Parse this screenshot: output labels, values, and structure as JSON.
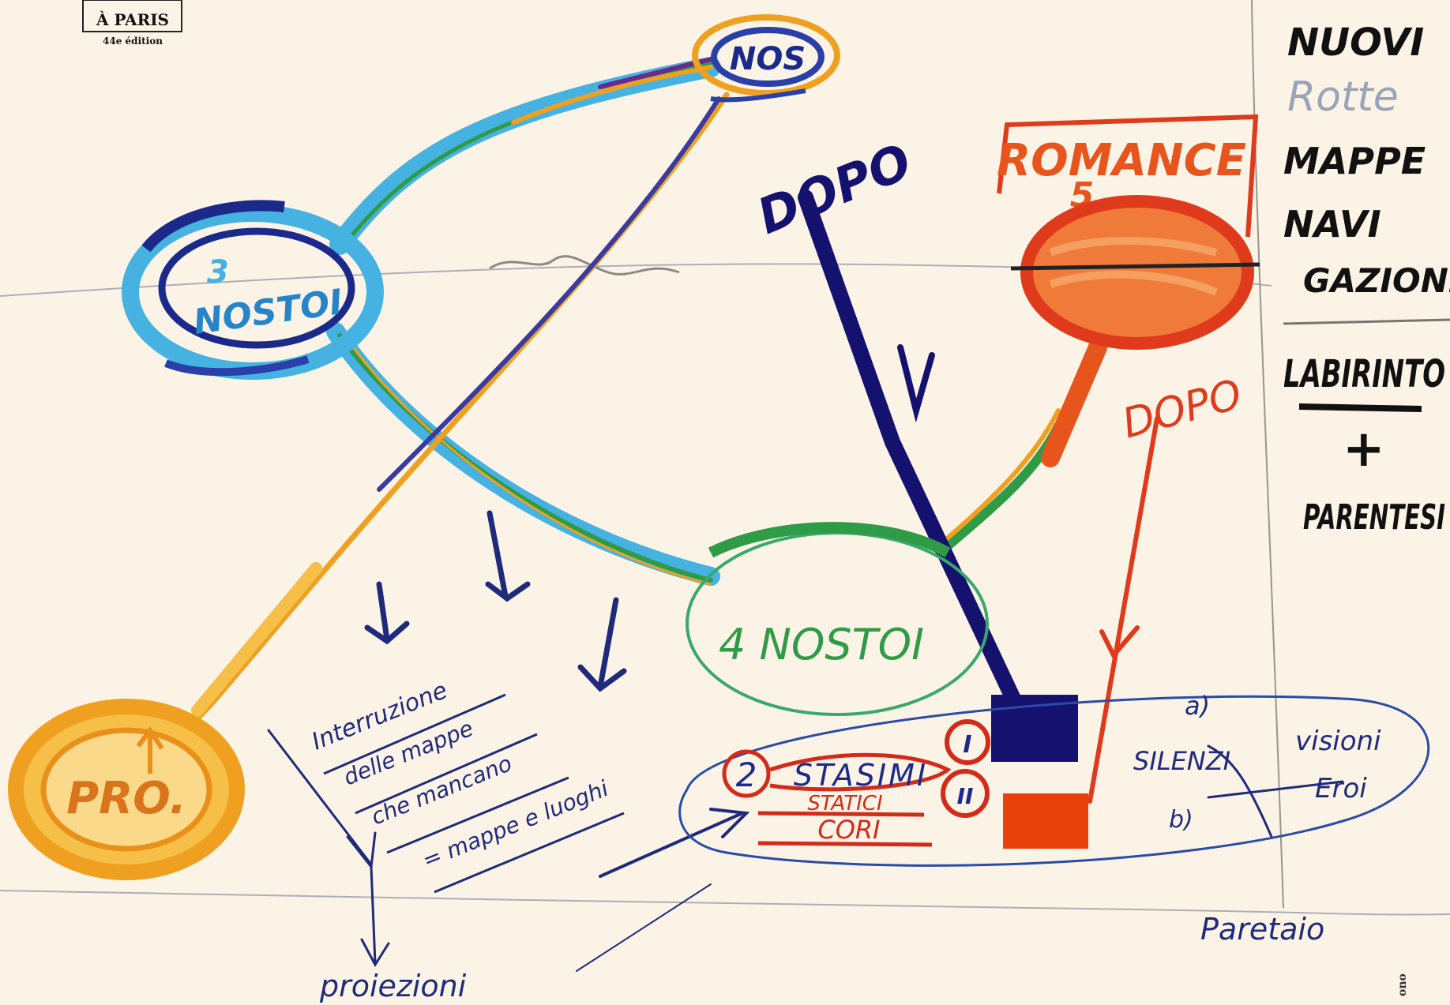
{
  "colors": {
    "paper": "#fbf4e6",
    "navy": "#14126e",
    "blue": "#2a3fa8",
    "cyan": "#45b2e2",
    "green": "#2f9b47",
    "orange": "#f0a020",
    "red": "#e03a1c",
    "purple": "#6a2a8c"
  },
  "stamp": {
    "line1": "À PARIS",
    "line2": "44e édition"
  },
  "nodes": {
    "top": {
      "label": "NOS"
    },
    "nostoi": {
      "num": "3",
      "label": "NOSTOI"
    },
    "romance": {
      "label": "ROMANCE",
      "num": "5"
    },
    "nostoi4": {
      "label": "4 NOSTOI"
    },
    "prologo": {
      "label": "PRO."
    },
    "stasimi": {
      "num": "2",
      "label": "STASIMI",
      "sub1": "STATICI",
      "sub2": "CORI",
      "roman1": "I",
      "roman2": "II"
    }
  },
  "arrows": {
    "dopo_left": "DOPO",
    "dopo_right": "DOPO"
  },
  "notes": {
    "line1": "Interruzione",
    "line2": "delle mappe",
    "line3": "che mancano",
    "line4": "= mappe e luoghi",
    "silenzi1": "a)",
    "silenzi2": "SILENZI",
    "silenzi3": "b)",
    "visioni1": "visioni",
    "visioni2": "Eroi",
    "proiezioni": "proiezioni",
    "paretaio": "Paretaio"
  },
  "margin": {
    "nuovi": "NUOVI",
    "rotte": "Rotte",
    "mappe": "MAPPE",
    "navi": "NAVI",
    "gazioni": "GAZIONI",
    "labirinto": "LABIRINTO",
    "plus": "+",
    "parentesi": "PARENTESI"
  },
  "edge_text": "ono"
}
